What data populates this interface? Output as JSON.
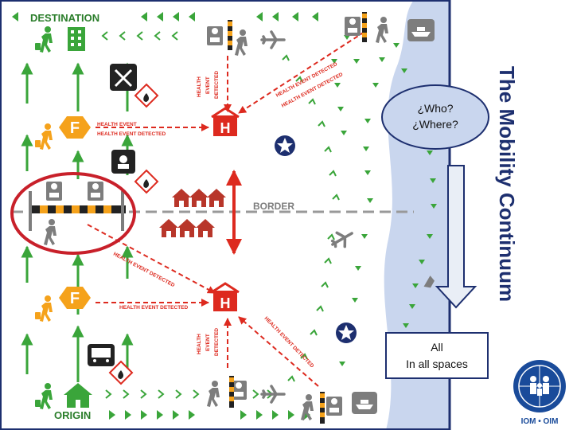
{
  "labels": {
    "destination": "DESTINATION",
    "origin": "ORIGIN",
    "border": "BORDER",
    "facility_letter": "F",
    "hospital_letter": "H",
    "title_vertical": "The Mobility Continuum",
    "logo_text": "IOM • OIM"
  },
  "health_event": {
    "line1": "HEALTH",
    "line2": "EVENT",
    "line3": "DETECTED",
    "single": "HEALTH EVENT DETECTED"
  },
  "callouts": {
    "who_where_line1": "¿Who?",
    "who_where_line2": "¿Where?",
    "all_line1": "All",
    "all_line2": "In all spaces"
  },
  "colors": {
    "red": "#dd2a1f",
    "green": "#3aa53a",
    "navy": "#1d2f6f",
    "orange": "#f5a21b",
    "water": "#c9d6ee",
    "logo_blue": "#1a4b9a"
  },
  "icons": [
    "building-icon",
    "walking-person-icon",
    "airplane-icon",
    "ship-icon",
    "bus-icon",
    "house-icon",
    "hammer-pick-icon",
    "flame-hazard-icon",
    "star-icon",
    "barrier-icon",
    "guard-icon",
    "hospital-icon",
    "iom-logo-icon"
  ]
}
